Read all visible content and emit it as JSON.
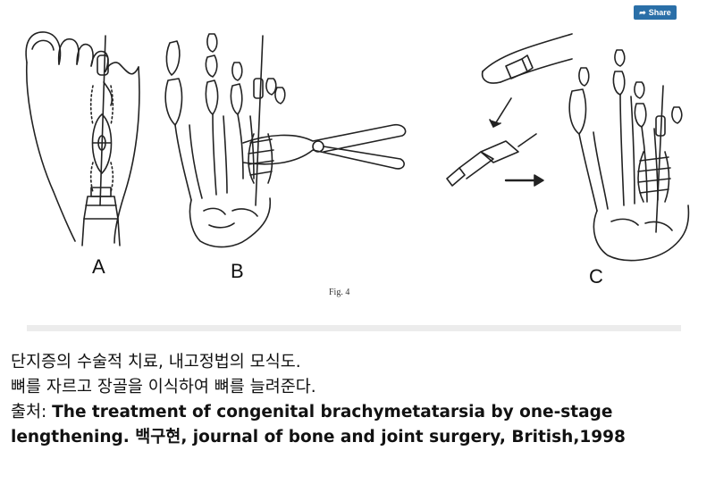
{
  "share_button": {
    "label": "Share",
    "icon": "share-arrow-icon",
    "color": "#2a6fa8"
  },
  "figure": {
    "panel_labels": {
      "a": "A",
      "b": "B",
      "c": "C"
    },
    "caption": "Fig. 4"
  },
  "caption": {
    "line1": "단지증의 수술적 치료, 내고정법의 모식도.",
    "line2": "뼈를 자르고 장골을 이식하여 뼈를 늘려준다.",
    "source_label": "출처: ",
    "source_title_1": "The treatment of congenital brachymetatarsia by one-stage",
    "source_title_2": "lengthening. ",
    "source_author": "백구현",
    "source_rest": ", journal of bone and joint surgery, British,1998"
  }
}
